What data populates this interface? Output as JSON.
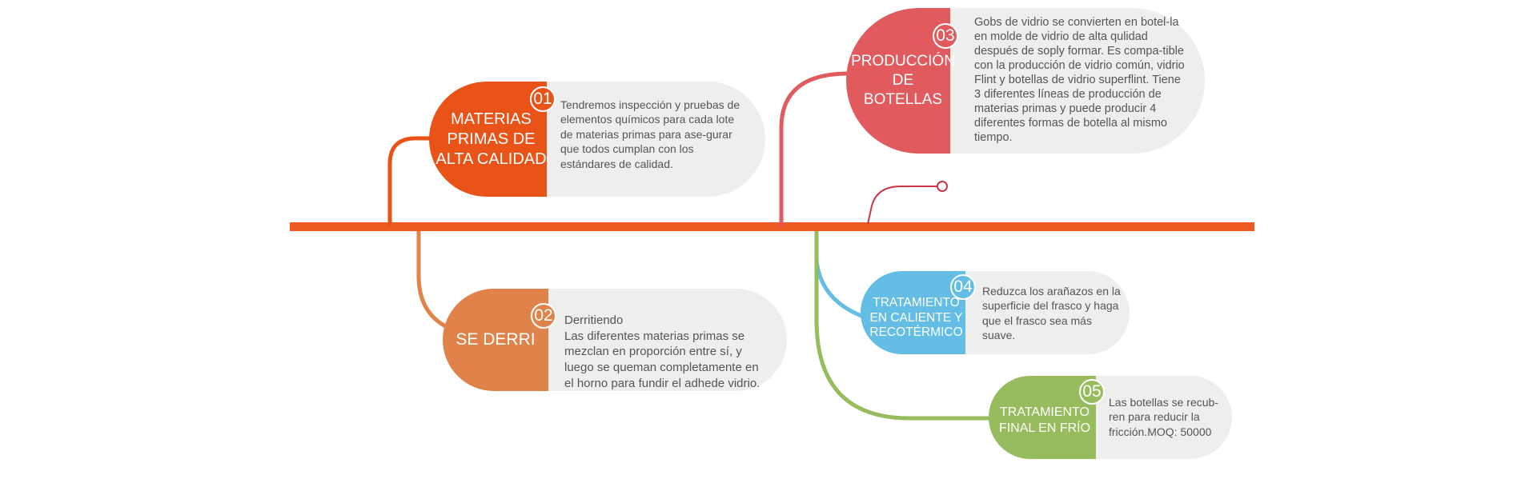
{
  "colors": {
    "timeline": "#ef5a22",
    "step1": "#e95318",
    "step2": "#e0834a",
    "step3": "#e05a5e",
    "step4": "#63bde4",
    "step5": "#97bc5e",
    "gray": "#eeeeee",
    "dot": "#c7364a"
  },
  "steps": [
    {
      "number": "01",
      "title": "MATERIAS PRIMAS DE ALTA CALIDAD",
      "text": "Tendremos inspección y pruebas de elementos químicos para cada lote de materias primas para ase-gurar que todos cumplan con los estándares de calidad."
    },
    {
      "number": "02",
      "title": "SE DERRI",
      "text": "Derritiendo\nLas diferentes materias primas se mezclan en proporción entre sí, y luego se queman completamente en el horno para fundir el adhede vidrio."
    },
    {
      "number": "03",
      "title": "PRODUCCIÓN DE BOTELLAS",
      "text": "Gobs de vidrio se convierten en botel-la en molde de vidrio de alta qulidad después de soply formar. Es compa-tible con la producción de vidrio común, vidrio Flint y botellas de vidrio superflint. Tiene 3 diferentes líneas de producción de materias primas y puede producir 4 diferentes formas de botella al mismo tiempo."
    },
    {
      "number": "04",
      "title": "TRATAMIENTO EN CALIENTE Y RECOTÉRMICO",
      "text": "Reduzca los arañazos en la superficie del frasco y haga que el frasco sea más suave."
    },
    {
      "number": "05",
      "title": "TRATAMIENTO FINAL EN FRÍO",
      "text": "Las botellas se recub-ren para reducir la fricción.MOQ: 50000"
    }
  ]
}
